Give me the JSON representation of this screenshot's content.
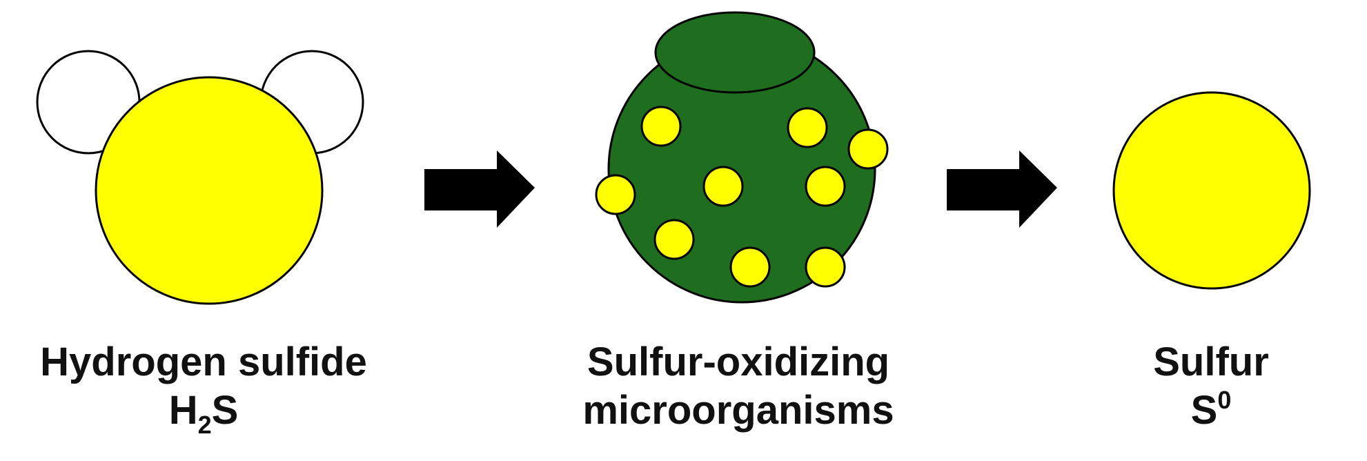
{
  "stages": [
    {
      "name_line": "Hydrogen sulfide",
      "formula": {
        "base": "H",
        "sub": "2",
        "rest": "S",
        "sup": ""
      }
    },
    {
      "name_line": "Sulfur-oxidizing",
      "second_line": "microorganisms"
    },
    {
      "name_line": "Sulfur",
      "formula": {
        "base": "S",
        "sub": "",
        "rest": "",
        "sup": "0"
      }
    }
  ],
  "colors": {
    "sulfur_yellow": "#ffff00",
    "microbe_green": "#1f6e1f",
    "arrow_black": "#000000",
    "outline": "#000000",
    "hydrogen_fill": "#ffffff"
  },
  "icons": [
    "hydrogen-atom-icon",
    "sulfur-atom-icon",
    "microorganism-icon",
    "right-arrow-icon"
  ]
}
